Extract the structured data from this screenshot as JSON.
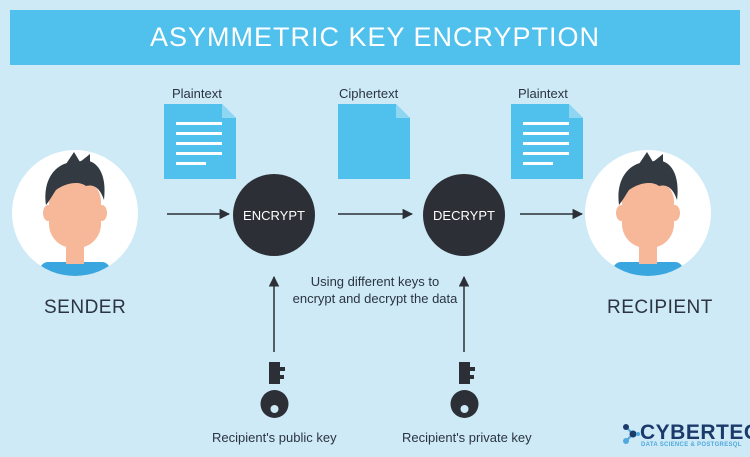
{
  "title": "ASYMMETRIC KEY ENCRYPTION",
  "documents": {
    "plaintext_left": "Plaintext",
    "ciphertext": "Ciphertext",
    "plaintext_right": "Plaintext"
  },
  "nodes": {
    "encrypt": "ENCRYPT",
    "decrypt": "DECRYPT"
  },
  "people": {
    "sender": "SENDER",
    "recipient": "RECIPIENT"
  },
  "keys": {
    "public": "Recipient's public key",
    "private": "Recipient's private key"
  },
  "note": "Using different keys to encrypt and decrypt the data",
  "logo": {
    "name": "CYBERTEC",
    "tagline": "DATA SCIENCE & POSTGRESQL"
  },
  "colors": {
    "background": "#cdeaf6",
    "banner": "#50c1ec",
    "document": "#50c1ec",
    "process_circle": "#2c2f36",
    "arrow": "#2c2f36",
    "skin": "#f6b898",
    "hair": "#333a42",
    "shirt": "#3aa6e0",
    "logo": "#1b3a6a"
  }
}
